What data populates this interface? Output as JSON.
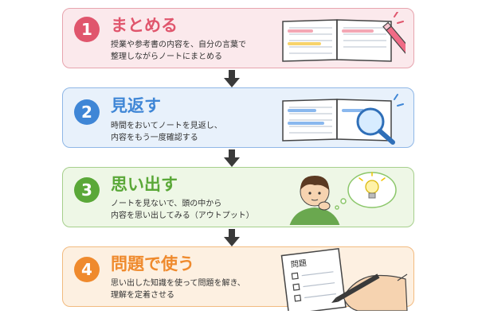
{
  "steps": [
    {
      "number": "1",
      "title": "まとめる",
      "desc": [
        "授業や参考書の内容を、自分の言葉で",
        "整理しながらノートにまとめる"
      ],
      "colors": {
        "border": "#e7a4ae",
        "bg": "#fbe9ec",
        "accent": "#e0566d"
      },
      "icon": "notebook-pencil-icon"
    },
    {
      "number": "2",
      "title": "見返す",
      "desc": [
        "時間をおいてノートを見返し、",
        "内容をもう一度確認する"
      ],
      "colors": {
        "border": "#8fb7e6",
        "bg": "#e8f1fb",
        "accent": "#3f86d6"
      },
      "icon": "notebook-magnifier-icon"
    },
    {
      "number": "3",
      "title": "思い出す",
      "desc": [
        "ノートを見ないで、頭の中から",
        "内容を思い出してみる（アウトプット）"
      ],
      "colors": {
        "border": "#a6cf8c",
        "bg": "#eef7e6",
        "accent": "#5aa838"
      },
      "icon": "thinking-boy-icon"
    },
    {
      "number": "4",
      "title": "問題で使う",
      "desc": [
        "思い出した知識を使って問題を解き、",
        "理解を定着させる"
      ],
      "colors": {
        "border": "#f2bb80",
        "bg": "#fdf0e1",
        "accent": "#ef8a2d"
      },
      "icon": "worksheet-hand-icon"
    }
  ],
  "worksheet_label": "問題"
}
